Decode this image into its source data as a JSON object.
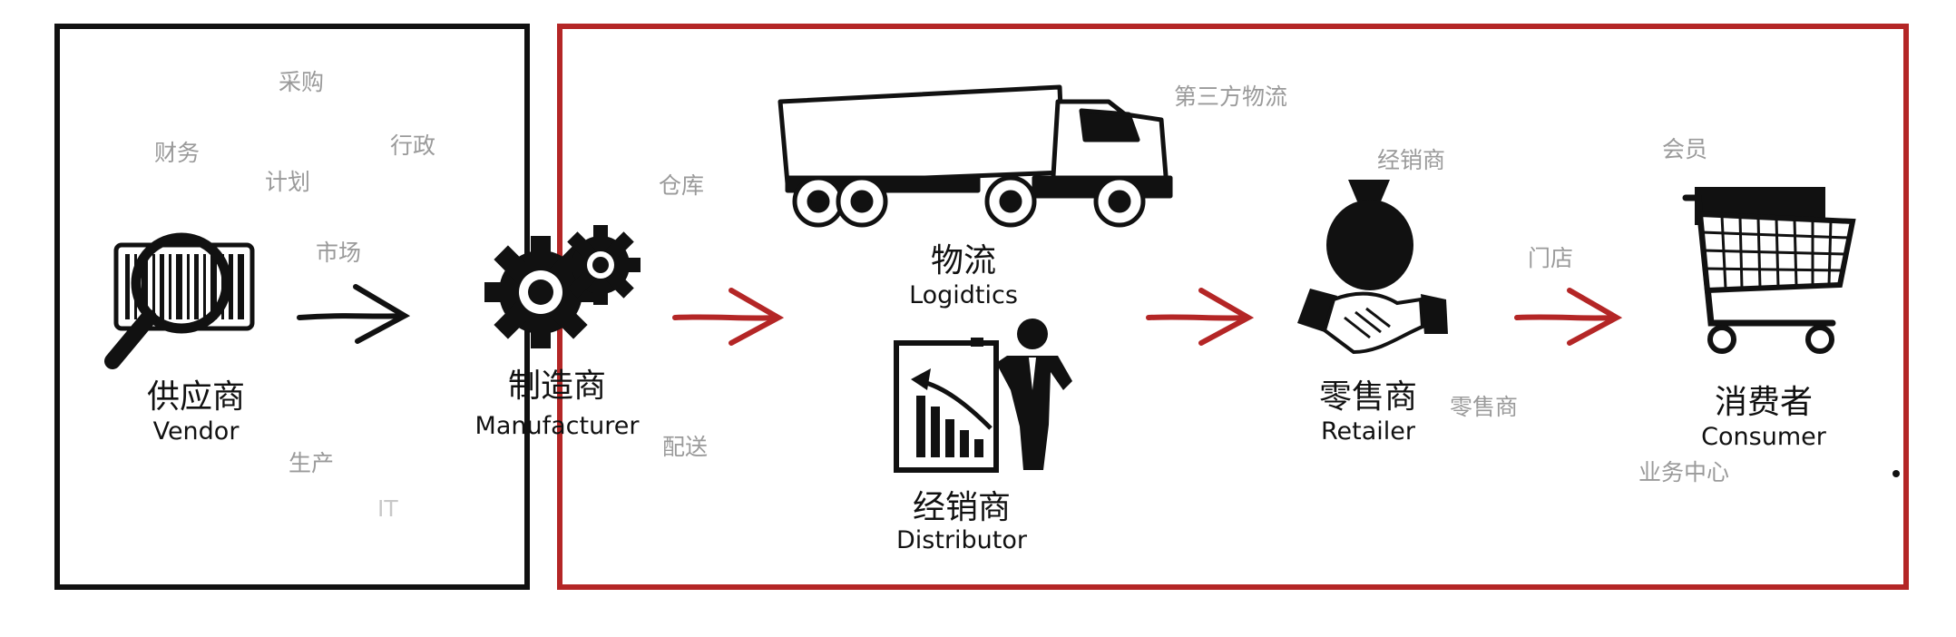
{
  "colors": {
    "ink": "#111111",
    "accent": "#b42626",
    "tag": "#9a9a9a",
    "tag_light": "#c8c8c8"
  },
  "nodes": {
    "vendor": {
      "zh": "供应商",
      "en": "Vendor",
      "icon": "barcode-magnifier-icon"
    },
    "manufacturer": {
      "zh": "制造商",
      "en": "Manufacturer",
      "icon": "gears-icon"
    },
    "logistics": {
      "zh": "物流",
      "en": "Logidtics",
      "icon": "truck-icon"
    },
    "distributor": {
      "zh": "经销商",
      "en": "Distributor",
      "icon": "businessman-chart-icon"
    },
    "retailer": {
      "zh": "零售商",
      "en": "Retailer",
      "icon": "money-bag-handshake-icon"
    },
    "consumer": {
      "zh": "消费者",
      "en": "Consumer",
      "icon": "shopping-cart-icon"
    }
  },
  "tags": {
    "procurement": "采购",
    "finance": "财务",
    "planning": "计划",
    "administration": "行政",
    "market": "市场",
    "production": "生产",
    "it": "IT",
    "warehouse": "仓库",
    "delivery": "配送",
    "third_party_logistics": "第三方物流",
    "dealer": "经销商",
    "store": "门店",
    "retailer": "零售商",
    "member": "会员",
    "business_center": "业务中心"
  }
}
